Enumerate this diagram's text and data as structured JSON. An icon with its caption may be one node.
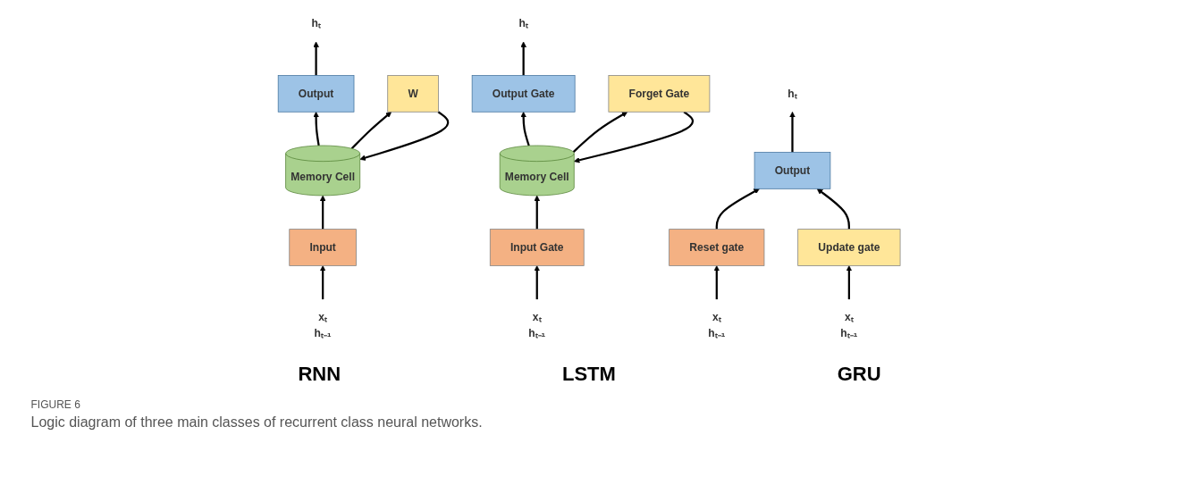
{
  "diagram": {
    "caption": "Logic diagram of three main classes of recurrent class neural networks.",
    "nodes": [
      {
        "text": [
          "hₜ"
        ]
      },
      {
        "text": [
          "Output"
        ]
      },
      {
        "text": [
          "Memory Cell"
        ]
      },
      {
        "text": [
          "W"
        ]
      },
      {
        "text": [
          "Input"
        ]
      },
      {
        "text": [
          "xₜ",
          "hₜ₋₁"
        ]
      },
      {
        "text": [
          "hₜ"
        ]
      },
      {
        "text": [
          "Output Gate"
        ]
      },
      {
        "text": [
          "Memory Cell"
        ]
      },
      {
        "text": [
          "Forget Gate"
        ]
      },
      {
        "text": [
          "Input Gate"
        ]
      },
      {
        "text": [
          "xₜ",
          "hₜ₋₁"
        ]
      },
      {
        "text": [
          "hₜ"
        ]
      },
      {
        "text": [
          "Output"
        ]
      },
      {
        "text": [
          "Update gate"
        ]
      },
      {
        "text": [
          "Reset gate"
        ]
      },
      {
        "text": [
          "xₜ",
          "hₜ₋₁"
        ]
      },
      {
        "text": [
          "xₜ",
          "hₜ₋₁"
        ]
      }
    ],
    "edges": [
      {
        "from": 5,
        "to": 4,
        "arrow": "to"
      },
      {
        "from": 4,
        "to": 2,
        "arrow": "to"
      },
      {
        "from": 2,
        "to": 1,
        "arrow": "to"
      },
      {
        "from": 1,
        "to": 0,
        "arrow": "to"
      },
      {
        "from": 2,
        "to": 3,
        "arrow": "to"
      },
      {
        "from": 3,
        "to": 2,
        "arrow": "to"
      },
      {
        "from": 11,
        "to": 10,
        "arrow": "to"
      },
      {
        "from": 10,
        "to": 8,
        "arrow": "to"
      },
      {
        "from": 8,
        "to": 7,
        "arrow": "to"
      },
      {
        "from": 7,
        "to": 6,
        "arrow": "to"
      },
      {
        "from": 8,
        "to": 9,
        "arrow": "to"
      },
      {
        "from": 9,
        "to": 8,
        "arrow": "to"
      },
      {
        "from": 16,
        "to": 15,
        "arrow": "to"
      },
      {
        "from": 15,
        "to": 13,
        "arrow": "to"
      },
      {
        "from": 13,
        "to": 12,
        "arrow": "to"
      },
      {
        "from": 17,
        "to": 14,
        "arrow": "to"
      },
      {
        "from": 14,
        "to": 13,
        "arrow": "to"
      }
    ],
    "labels": [
      "RNN",
      "LSTM",
      "GRU",
      "FIGURE 6"
    ]
  }
}
